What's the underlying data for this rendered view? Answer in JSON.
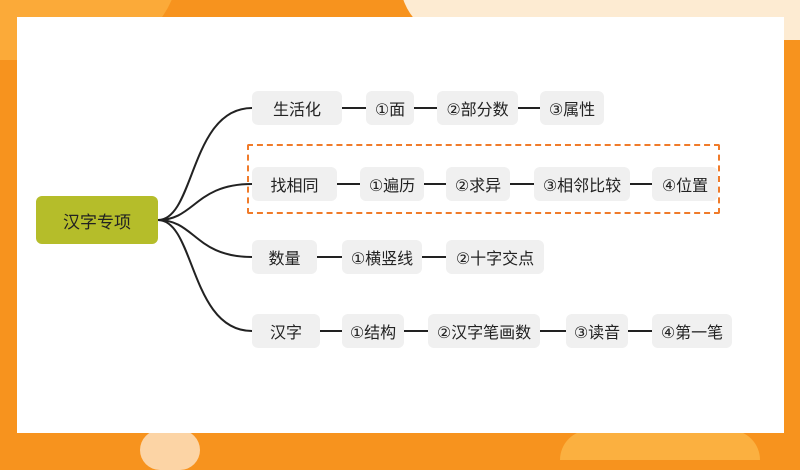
{
  "colors": {
    "background": "#f7931e",
    "card": "#ffffff",
    "root_fill": "#b5bd2a",
    "node_fill": "#f0f0f0",
    "connector": "#222222",
    "highlight_border": "#f07b2a"
  },
  "mindmap": {
    "root": "汉字专项",
    "branches": [
      {
        "label": "生活化",
        "items": [
          "①面",
          "②部分数",
          "③属性"
        ]
      },
      {
        "label": "找相同",
        "highlighted": true,
        "items": [
          "①遍历",
          "②求异",
          "③相邻比较",
          "④位置"
        ]
      },
      {
        "label": "数量",
        "items": [
          "①横竖线",
          "②十字交点"
        ]
      },
      {
        "label": "汉字",
        "items": [
          "①结构",
          "②汉字笔画数",
          "③读音",
          "④第一笔"
        ]
      }
    ]
  }
}
